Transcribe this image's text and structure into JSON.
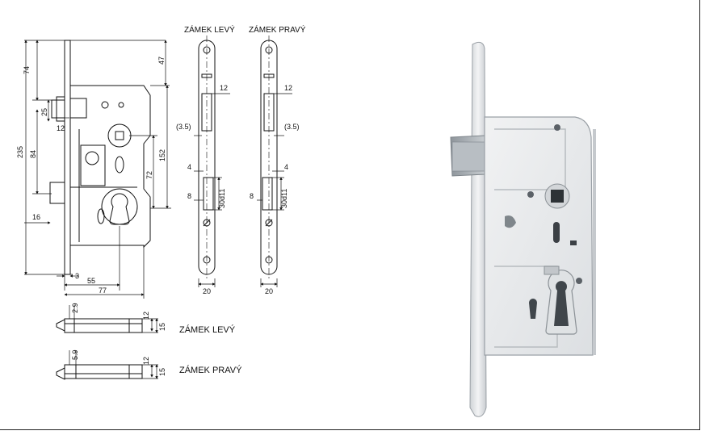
{
  "labels": {
    "left_view": "ZÁMEK LEVÝ",
    "right_view": "ZÁMEK PRAVÝ",
    "bolt_left": "ZÁMEK LEVÝ",
    "bolt_right": "ZÁMEK PRAVÝ"
  },
  "main_dims": {
    "d74": "74",
    "d47": "47",
    "d235": "235",
    "d84": "84",
    "d25": "25",
    "d12": "12",
    "d152": "152",
    "d72": "72",
    "d16": "16",
    "d3": "3",
    "d55": "55",
    "d77": "77"
  },
  "face_left_dims": {
    "d12": "12",
    "d35": "(3.5)",
    "d4": "4",
    "d8": "8",
    "d30": "30d11",
    "d20": "20"
  },
  "face_right_dims": {
    "d12": "12",
    "d35": "(3.5)",
    "d4": "4",
    "d8": "8",
    "d30": "30d11",
    "d20": "20"
  },
  "bolt_left_dims": {
    "d29": "2.9",
    "d12": "12",
    "d15": "15"
  },
  "bolt_right_dims": {
    "d59": "5.9",
    "d12": "12",
    "d15": "15"
  },
  "colors": {
    "line": "#111111",
    "photo_plate": "#e4e6e8",
    "photo_shadow": "#9aa0a6"
  }
}
